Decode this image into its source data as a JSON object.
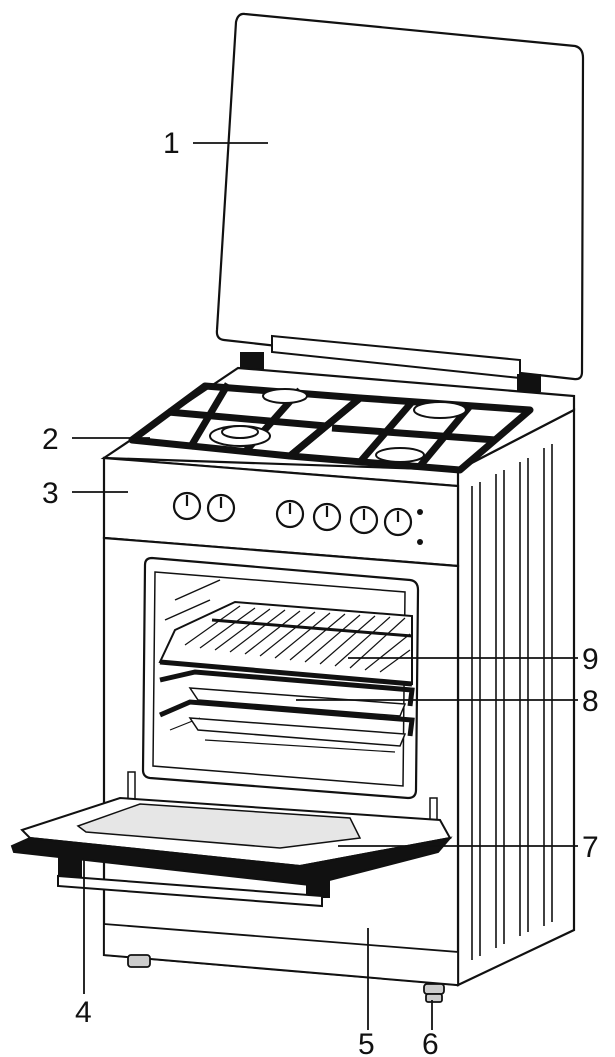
{
  "figure": {
    "callouts": [
      {
        "id": "1",
        "label": "1"
      },
      {
        "id": "2",
        "label": "2"
      },
      {
        "id": "3",
        "label": "3"
      },
      {
        "id": "4",
        "label": "4"
      },
      {
        "id": "5",
        "label": "5"
      },
      {
        "id": "6",
        "label": "6"
      },
      {
        "id": "7",
        "label": "7"
      },
      {
        "id": "8",
        "label": "8"
      },
      {
        "id": "9",
        "label": "9"
      }
    ]
  },
  "colors": {
    "line": "#111111",
    "body": "#ffffff",
    "shade": "#e6e6e6"
  }
}
